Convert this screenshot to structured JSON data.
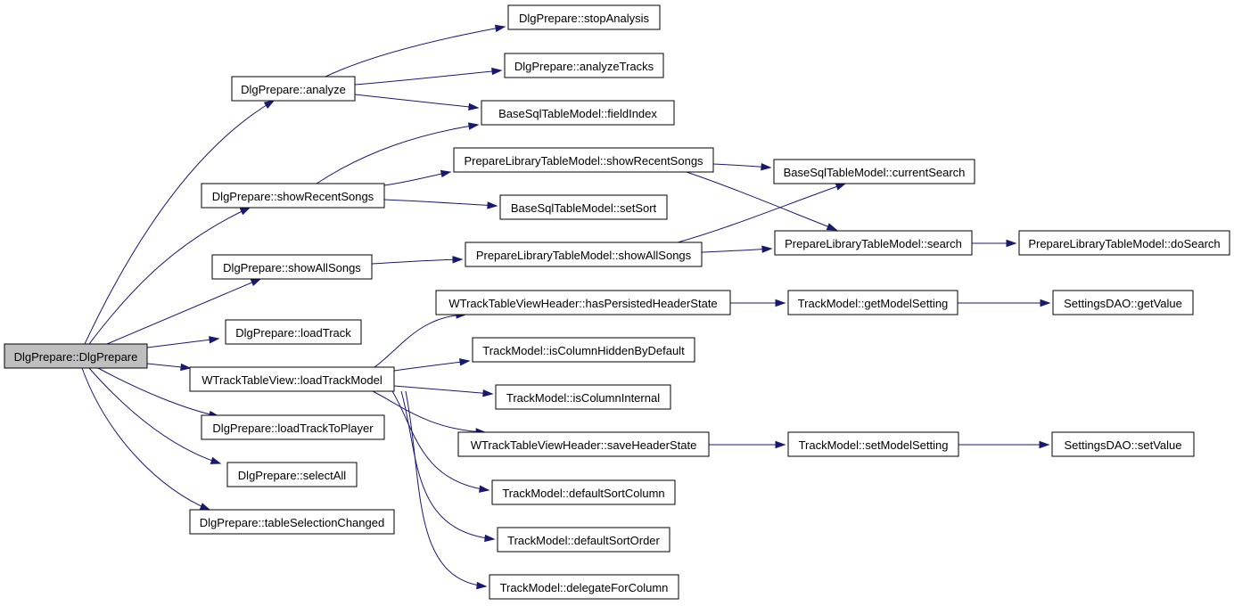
{
  "graph": {
    "edge_color": "#191970",
    "root_fill": "#bfbfbf",
    "nodes": {
      "root": "DlgPrepare::DlgPrepare",
      "analyze": "DlgPrepare::analyze",
      "stopAnalysis": "DlgPrepare::stopAnalysis",
      "analyzeTracks": "DlgPrepare::analyzeTracks",
      "fieldIndex": "BaseSqlTableModel::fieldIndex",
      "showRecentSongs": "DlgPrepare::showRecentSongs",
      "pltmShowRecentSongs": "PrepareLibraryTableModel::showRecentSongs",
      "currentSearch": "BaseSqlTableModel::currentSearch",
      "setSort": "BaseSqlTableModel::setSort",
      "showAllSongs": "DlgPrepare::showAllSongs",
      "pltmShowAllSongs": "PrepareLibraryTableModel::showAllSongs",
      "search": "PrepareLibraryTableModel::search",
      "doSearch": "PrepareLibraryTableModel::doSearch",
      "loadTrack": "DlgPrepare::loadTrack",
      "loadTrackModel": "WTrackTableView::loadTrackModel",
      "hasPersisted": "WTrackTableViewHeader::hasPersistedHeaderState",
      "getModelSetting": "TrackModel::getModelSetting",
      "getValue": "SettingsDAO::getValue",
      "isColumnHidden": "TrackModel::isColumnHiddenByDefault",
      "isColumnInternal": "TrackModel::isColumnInternal",
      "saveHeaderState": "WTrackTableViewHeader::saveHeaderState",
      "setModelSetting": "TrackModel::setModelSetting",
      "setValue": "SettingsDAO::setValue",
      "defaultSortColumn": "TrackModel::defaultSortColumn",
      "defaultSortOrder": "TrackModel::defaultSortOrder",
      "delegateForColumn": "TrackModel::delegateForColumn",
      "loadTrackToPlayer": "DlgPrepare::loadTrackToPlayer",
      "selectAll": "DlgPrepare::selectAll",
      "tableSelectionChanged": "DlgPrepare::tableSelectionChanged"
    },
    "edges": [
      [
        "root",
        "analyze"
      ],
      [
        "root",
        "showRecentSongs"
      ],
      [
        "root",
        "showAllSongs"
      ],
      [
        "root",
        "loadTrack"
      ],
      [
        "root",
        "loadTrackModel"
      ],
      [
        "root",
        "loadTrackToPlayer"
      ],
      [
        "root",
        "selectAll"
      ],
      [
        "root",
        "tableSelectionChanged"
      ],
      [
        "analyze",
        "stopAnalysis"
      ],
      [
        "analyze",
        "analyzeTracks"
      ],
      [
        "analyze",
        "fieldIndex"
      ],
      [
        "showRecentSongs",
        "fieldIndex"
      ],
      [
        "showRecentSongs",
        "pltmShowRecentSongs"
      ],
      [
        "showRecentSongs",
        "setSort"
      ],
      [
        "pltmShowRecentSongs",
        "currentSearch"
      ],
      [
        "pltmShowRecentSongs",
        "search"
      ],
      [
        "showAllSongs",
        "pltmShowAllSongs"
      ],
      [
        "pltmShowAllSongs",
        "currentSearch"
      ],
      [
        "pltmShowAllSongs",
        "search"
      ],
      [
        "search",
        "doSearch"
      ],
      [
        "loadTrackModel",
        "hasPersisted"
      ],
      [
        "loadTrackModel",
        "isColumnHidden"
      ],
      [
        "loadTrackModel",
        "isColumnInternal"
      ],
      [
        "loadTrackModel",
        "saveHeaderState"
      ],
      [
        "loadTrackModel",
        "defaultSortColumn"
      ],
      [
        "loadTrackModel",
        "defaultSortOrder"
      ],
      [
        "loadTrackModel",
        "delegateForColumn"
      ],
      [
        "hasPersisted",
        "getModelSetting"
      ],
      [
        "getModelSetting",
        "getValue"
      ],
      [
        "saveHeaderState",
        "setModelSetting"
      ],
      [
        "setModelSetting",
        "setValue"
      ]
    ]
  }
}
